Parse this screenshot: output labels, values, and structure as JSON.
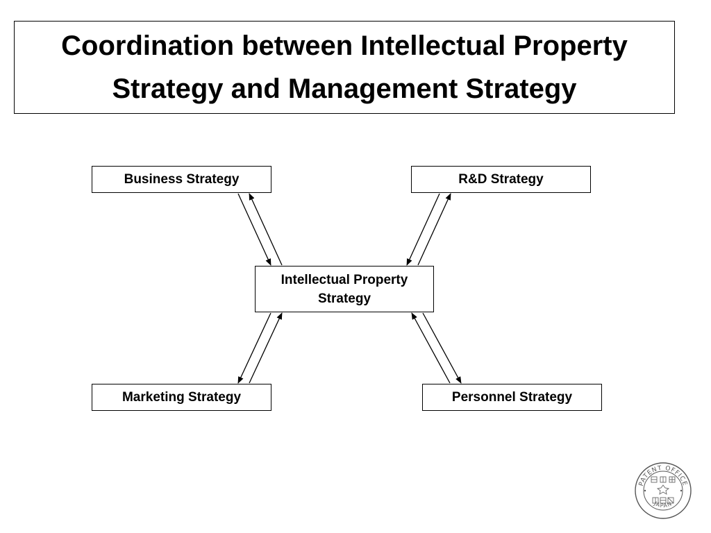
{
  "title": {
    "line1": "Coordination between Intellectual Property",
    "line2": "Strategy and Management Strategy"
  },
  "nodes": {
    "business": "Business Strategy",
    "rd": "R&D Strategy",
    "ip_line1": "Intellectual Property",
    "ip_line2": "Strategy",
    "marketing": "Marketing Strategy",
    "personnel": "Personnel Strategy"
  },
  "seal": {
    "top_text": "PATENT   OFFICE",
    "bottom_text": "JAPAN",
    "icon": "patent-office-seal-icon"
  }
}
